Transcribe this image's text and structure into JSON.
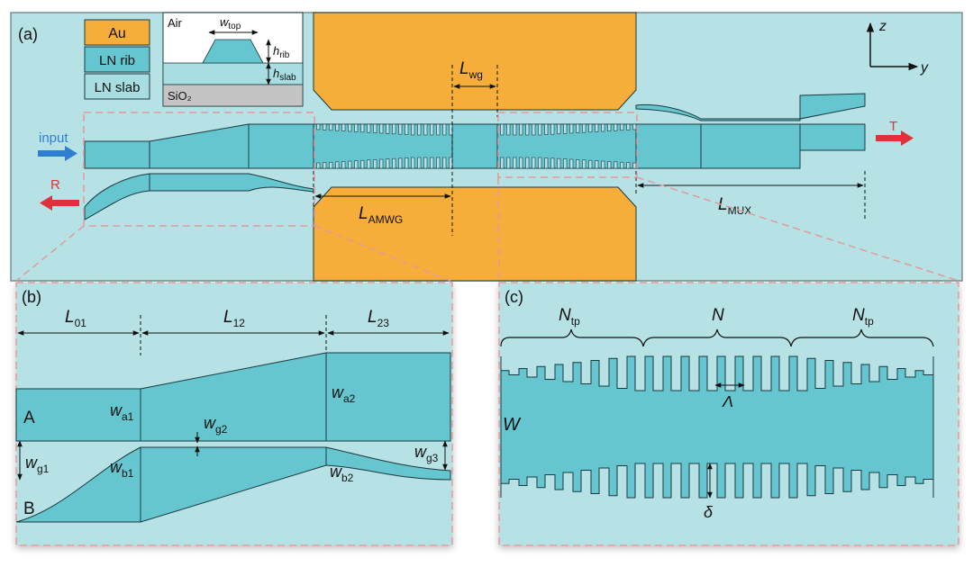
{
  "colors": {
    "panel_bg": "#b6e2e6",
    "rib": "#66c6cf",
    "slab": "#a8dde2",
    "gold": "#f7ad3a",
    "sio2": "#c4c4c4",
    "dashed_frame": "#e39a9a",
    "input_arrow": "#2f7fd1",
    "output_arrow": "#e0303a",
    "outline": "#1a3a40"
  },
  "panel_a": {
    "label": "(a)",
    "legend": {
      "au": "Au",
      "ln_rib": "LN rib",
      "ln_slab": "LN slab"
    },
    "inset": {
      "air": "Air",
      "sio2": "SiO₂",
      "w_top": {
        "main": "w",
        "sub": "top"
      },
      "h_rib": {
        "main": "h",
        "sub": "rib"
      },
      "h_slab": {
        "main": "h",
        "sub": "slab"
      }
    },
    "axes": {
      "z": "z",
      "y": "y"
    },
    "ports": {
      "input": "input",
      "R": "R",
      "T": "T"
    },
    "dims": {
      "L_wg": {
        "main": "L",
        "sub": "wg"
      },
      "L_AMWG": {
        "main": "L",
        "sub": "AMWG"
      },
      "L_MUX": {
        "main": "L",
        "sub": "MUX"
      }
    }
  },
  "panel_b": {
    "label": "(b)",
    "L01": {
      "main": "L",
      "sub": "01"
    },
    "L12": {
      "main": "L",
      "sub": "12"
    },
    "L23": {
      "main": "L",
      "sub": "23"
    },
    "A": "A",
    "B": "B",
    "wa1": {
      "main": "w",
      "sub": "a1"
    },
    "wa2": {
      "main": "w",
      "sub": "a2"
    },
    "wb1": {
      "main": "w",
      "sub": "b1"
    },
    "wb2": {
      "main": "w",
      "sub": "b2"
    },
    "wg1": {
      "main": "w",
      "sub": "g1"
    },
    "wg2": {
      "main": "w",
      "sub": "g2"
    },
    "wg3": {
      "main": "w",
      "sub": "g3"
    }
  },
  "panel_c": {
    "label": "(c)",
    "Ntp_left": {
      "main": "N",
      "sub": "tp"
    },
    "N": "N",
    "Ntp_right": {
      "main": "N",
      "sub": "tp"
    },
    "W": "W",
    "Lambda": "Λ",
    "delta": "δ"
  }
}
